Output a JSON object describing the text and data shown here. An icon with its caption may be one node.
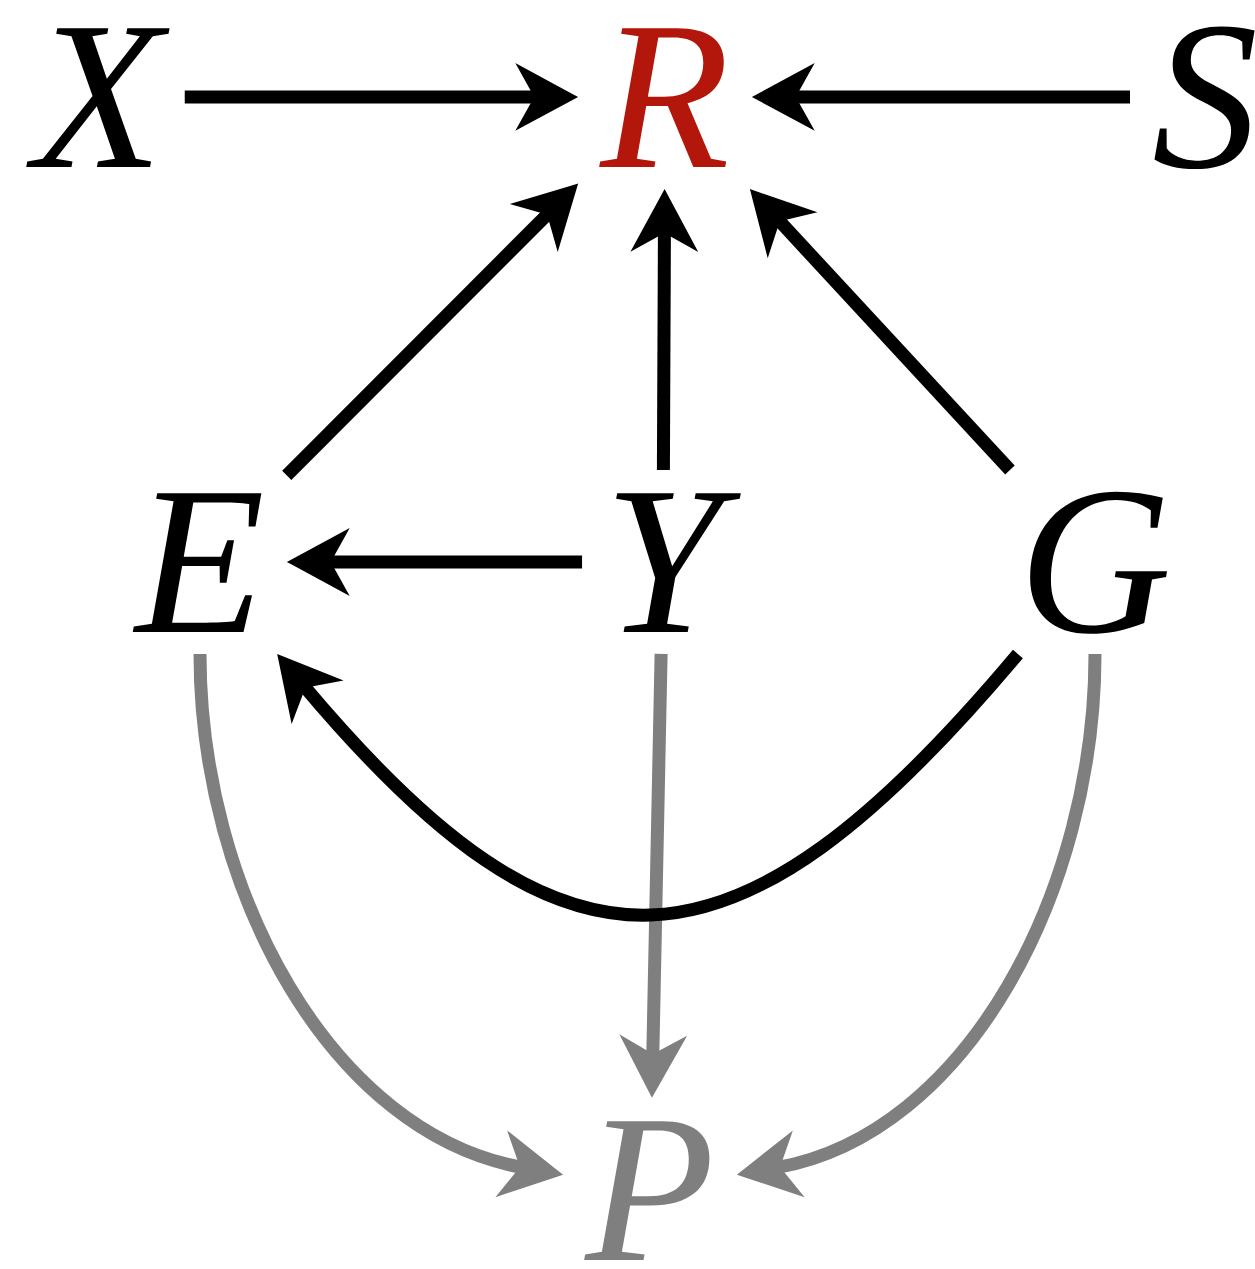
{
  "diagram": {
    "nodes": [
      {
        "text": [
          "X"
        ]
      },
      {
        "text": [
          "R"
        ]
      },
      {
        "text": [
          "S"
        ]
      },
      {
        "text": [
          "E"
        ]
      },
      {
        "text": [
          "Y"
        ]
      },
      {
        "text": [
          "G"
        ]
      },
      {
        "text": [
          "P"
        ]
      }
    ],
    "edges": [
      {
        "from": 0,
        "to": 1,
        "arrow": "to"
      },
      {
        "from": 2,
        "to": 1,
        "arrow": "to"
      },
      {
        "from": 3,
        "to": 1,
        "arrow": "to"
      },
      {
        "from": 4,
        "to": 1,
        "arrow": "to"
      },
      {
        "from": 5,
        "to": 1,
        "arrow": "to"
      },
      {
        "from": 4,
        "to": 3,
        "arrow": "to"
      },
      {
        "from": 5,
        "to": 3,
        "arrow": "to"
      },
      {
        "from": 3,
        "to": 6,
        "arrow": "to",
        "color": "#7f7f7f"
      },
      {
        "from": 4,
        "to": 6,
        "arrow": "to",
        "color": "#7f7f7f"
      },
      {
        "from": 5,
        "to": 6,
        "arrow": "to",
        "color": "#7f7f7f"
      }
    ]
  }
}
